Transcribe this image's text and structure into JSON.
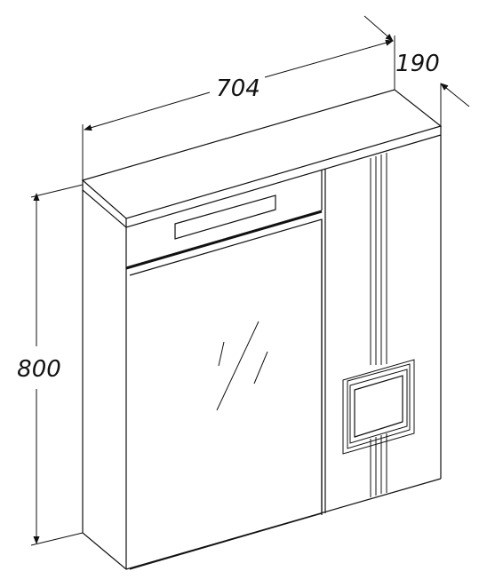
{
  "dimensions": {
    "width": "704",
    "depth": "190",
    "height": "800"
  },
  "style": {
    "line_color": "#111111",
    "background": "#ffffff"
  }
}
